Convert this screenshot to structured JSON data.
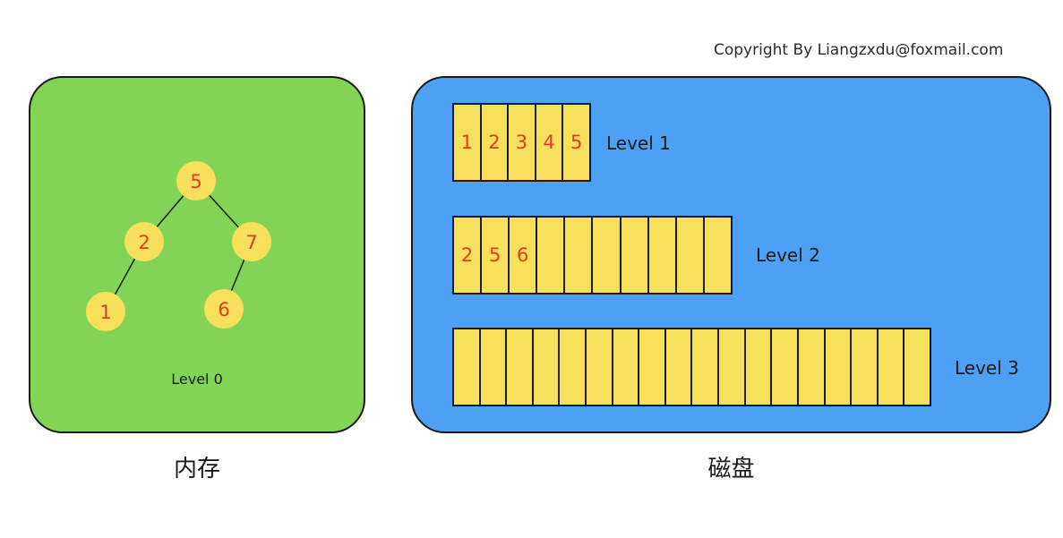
{
  "copyright": "Copyright By Liangzxdu@foxmail.com",
  "memory": {
    "caption": "内存",
    "level_label": "Level 0",
    "tree": {
      "nodes": [
        {
          "id": "n5",
          "label": "5"
        },
        {
          "id": "n2",
          "label": "2"
        },
        {
          "id": "n7",
          "label": "7"
        },
        {
          "id": "n1",
          "label": "1"
        },
        {
          "id": "n6",
          "label": "6"
        }
      ],
      "edges": [
        [
          "n5",
          "n2"
        ],
        [
          "n5",
          "n7"
        ],
        [
          "n2",
          "n1"
        ],
        [
          "n7",
          "n6"
        ]
      ]
    }
  },
  "disk": {
    "caption": "磁盘",
    "levels": [
      {
        "label": "Level 1",
        "cells": [
          "1",
          "2",
          "3",
          "4",
          "5"
        ]
      },
      {
        "label": "Level 2",
        "cells": [
          "2",
          "5",
          "6",
          "",
          "",
          "",
          "",
          "",
          "",
          ""
        ]
      },
      {
        "label": "Level 3",
        "cells": [
          "",
          "",
          "",
          "",
          "",
          "",
          "",
          "",
          "",
          "",
          "",
          "",
          "",
          "",
          "",
          "",
          "",
          ""
        ]
      }
    ]
  },
  "colors": {
    "memory_panel": "#83d455",
    "disk_panel": "#4ea0f5",
    "node_fill": "#f6e05c",
    "cell_fill": "#f6e05c",
    "number_text": "#e03d20"
  }
}
